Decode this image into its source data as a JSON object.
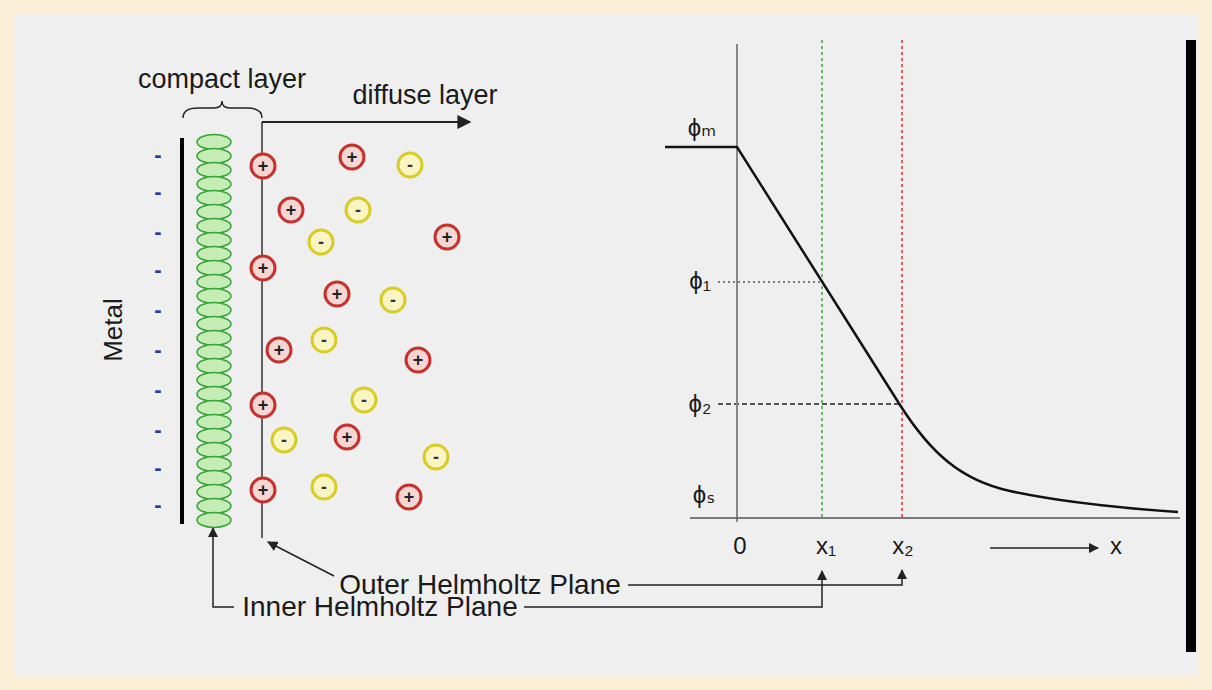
{
  "diagram": {
    "nodes": [
      {
        "text": [
          "+"
        ]
      },
      {
        "text": [
          "+"
        ]
      },
      {
        "text": [
          "-"
        ]
      },
      {
        "text": [
          "+"
        ]
      },
      {
        "text": [
          "-"
        ]
      },
      {
        "text": [
          "-"
        ]
      },
      {
        "text": [
          "+"
        ]
      },
      {
        "text": [
          "+"
        ]
      },
      {
        "text": [
          "+"
        ]
      },
      {
        "text": [
          "-"
        ]
      },
      {
        "text": [
          "+"
        ]
      },
      {
        "text": [
          "-"
        ]
      },
      {
        "text": [
          "+"
        ]
      },
      {
        "text": [
          "+"
        ]
      },
      {
        "text": [
          "-"
        ]
      },
      {
        "text": [
          "-"
        ]
      },
      {
        "text": [
          "+"
        ]
      },
      {
        "text": [
          "-"
        ]
      },
      {
        "text": [
          "+"
        ]
      },
      {
        "text": [
          "-"
        ]
      },
      {
        "text": [
          "+"
        ]
      }
    ],
    "labels": [
      "compact layer",
      "diffuse layer",
      "Metal",
      "-",
      "-",
      "-",
      "-",
      "-",
      "-",
      "-",
      "-",
      "-",
      "-",
      "ϕₘ",
      "ϕ₁",
      "ϕ₂",
      "ϕₛ",
      "0",
      "x₁",
      "x₂",
      "x",
      "Outer Helmholtz Plane",
      "Inner Helmholtz Plane"
    ]
  }
}
